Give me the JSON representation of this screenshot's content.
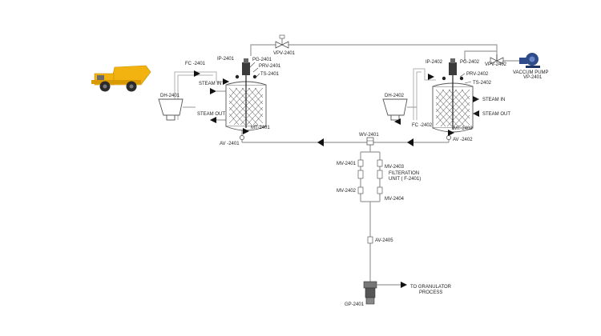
{
  "labels": {
    "fc2401": "FC -2401",
    "ip2401": "IP-2401",
    "pg2401": "PG-2401",
    "prv2401": "PRV-2401",
    "ts2401": "TS-2401",
    "vpv2401": "VPV-2401",
    "steam_in_1": "STEAM IN",
    "steam_out_1": "STEAM OUT",
    "dh2401": "DH-2401",
    "mt2401": "MT-2401",
    "av2401": "AV -2401",
    "ip2402": "IP-2402",
    "pg2402": "PG-2402",
    "vpv2402": "VPV-2402",
    "vacuum_pump_line1": "VACCUM PUMP",
    "vacuum_pump_line2": "VP-2401",
    "prv2402": "PRV-2402",
    "ts2402": "TS-2402",
    "dh2402": "DH-2402",
    "steam_in_2": "STEAM IN",
    "steam_out_2": "STEAM OUT",
    "fc2402": "FC -2402",
    "mt2402": "MT-2402",
    "av2402": "AV -2402",
    "wv2401": "WV-2401",
    "mv2401": "MV-2401",
    "mv2403": "MV-2403",
    "filtration_line1": "FILTERATION",
    "filtration_line2": "UNIT ( F-2401)",
    "mv2402": "MV-2402",
    "mv2404": "MV-2404",
    "av2405": "AV-2405",
    "to_granulator_line1": "TO GRANULATOR",
    "to_granulator_line2": "PROCESS",
    "gp2401": "GP-2401"
  },
  "colors": {
    "truck_yellow": "#f2b311",
    "truck_dark": "#2b2b2b",
    "pump_blue": "#2e4b8a",
    "pipe": "#9a9a9a"
  },
  "icons": {
    "truck": "dump-truck-icon",
    "vacuum_pump": "vacuum-pump-icon",
    "gear_pump": "gear-pump-icon"
  }
}
